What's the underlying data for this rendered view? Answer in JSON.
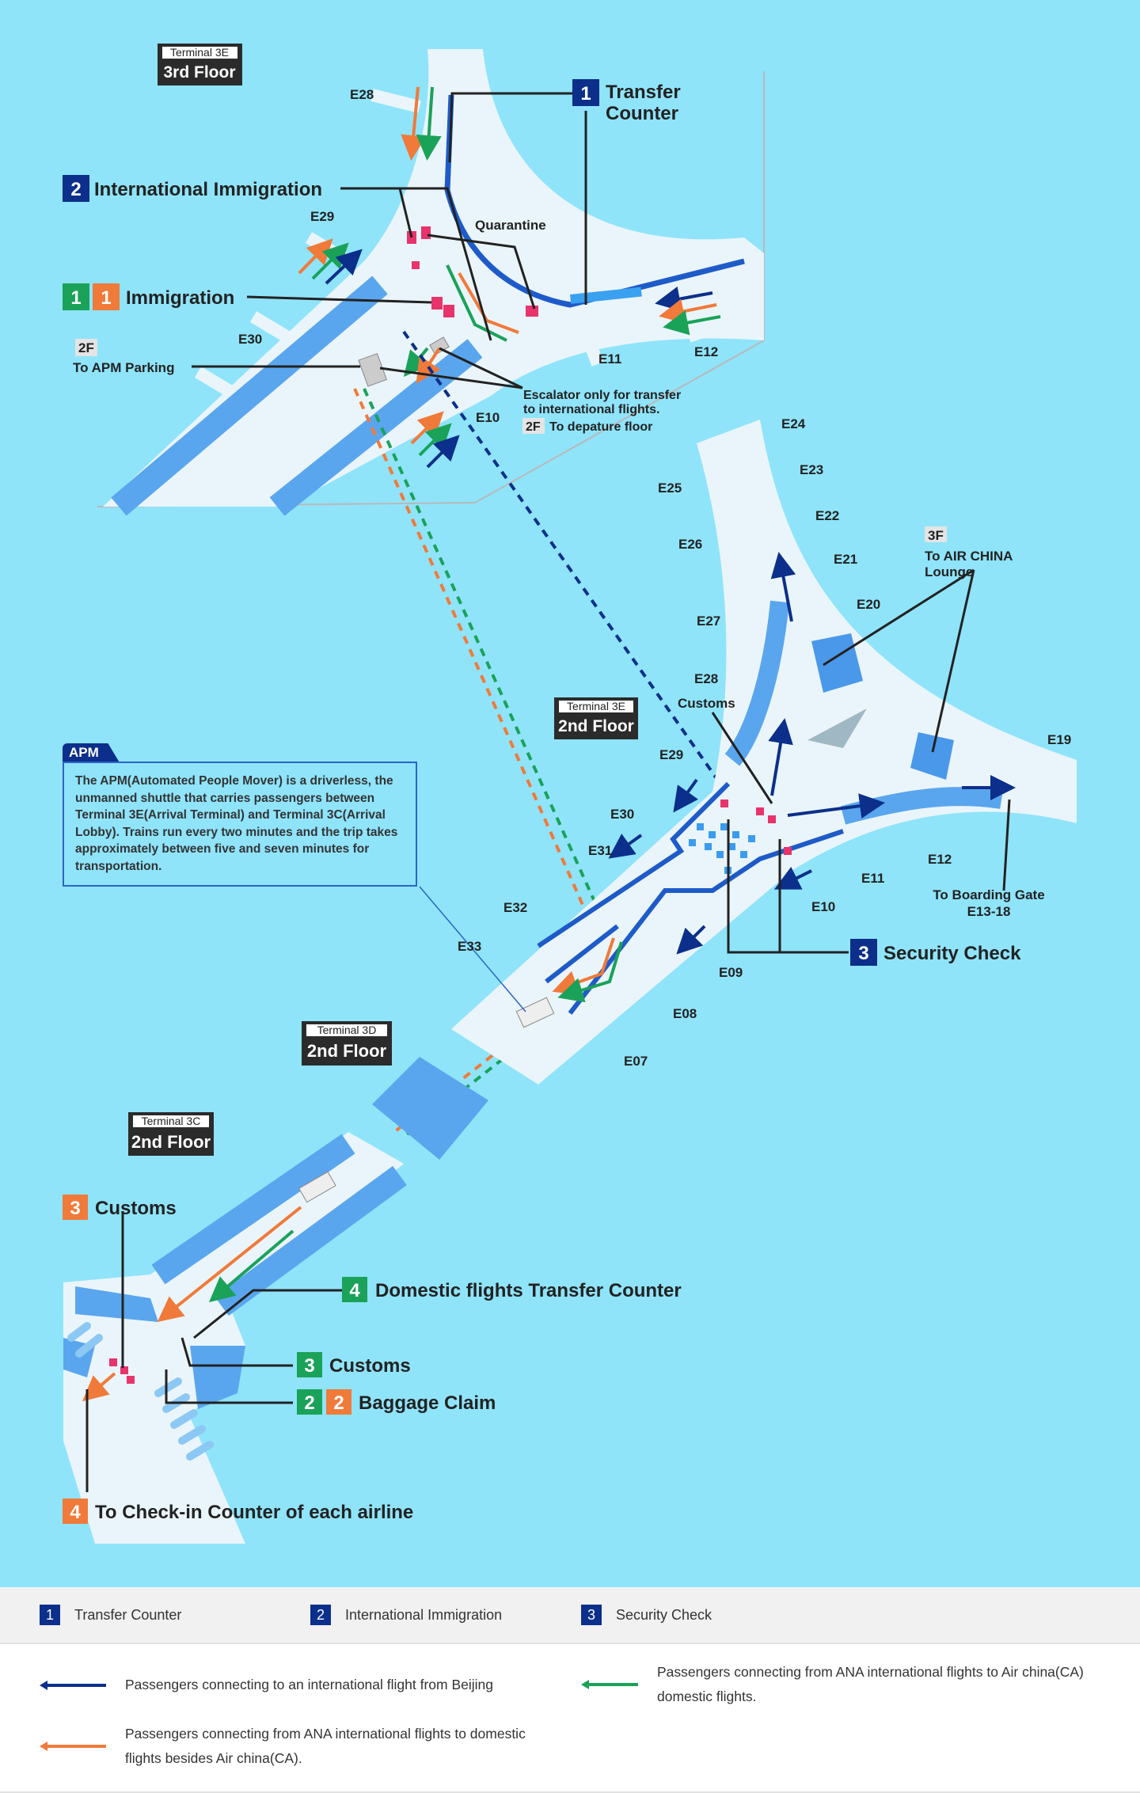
{
  "colors": {
    "background": "#8fe4fa",
    "terminal": "#eaf5fb",
    "walkway": "#5aa6ee",
    "navy": "#0b2f8a",
    "green": "#1aa259",
    "orange": "#f07a3a",
    "pink": "#e8336b"
  },
  "floors": {
    "t3e_3f": {
      "terminal": "Terminal 3E",
      "floor": "3rd Floor"
    },
    "t3e_2f": {
      "terminal": "Terminal 3E",
      "floor": "2nd Floor"
    },
    "t3d_2f": {
      "terminal": "Terminal 3D",
      "floor": "2nd Floor"
    },
    "t3c_2f": {
      "terminal": "Terminal 3C",
      "floor": "2nd Floor"
    }
  },
  "callouts_3f": {
    "transfer_num": "1",
    "transfer_line1": "Transfer",
    "transfer_line2": "Counter",
    "intl_num": "2",
    "intl_label": "International Immigration",
    "quarantine": "Quarantine",
    "imm_num_green": "1",
    "imm_num_orange": "1",
    "imm_label": "Immigration",
    "apm_floor": "2F",
    "apm_parking": "To APM Parking",
    "escalator_line1": "Escalator only for transfer",
    "escalator_line2": "to international flights.",
    "escalator_floor": "2F",
    "escalator_line3": "To depature floor"
  },
  "gates_3f": {
    "e28": "E28",
    "e29": "E29",
    "e30": "E30",
    "e11": "E11",
    "e12": "E12",
    "e10": "E10"
  },
  "callouts_2f": {
    "lounge_floor": "3F",
    "lounge_line1": "To AIR CHINA",
    "lounge_line2": "Lounge",
    "customs": "Customs",
    "boarding_line1": "To Boarding Gate",
    "boarding_line2": "E13-18",
    "security_num": "3",
    "security_label": "Security Check"
  },
  "gates_2f": {
    "e24": "E24",
    "e23": "E23",
    "e25": "E25",
    "e22": "E22",
    "e26": "E26",
    "e21": "E21",
    "e20": "E20",
    "e27": "E27",
    "e28": "E28",
    "e19": "E19",
    "e29": "E29",
    "e30": "E30",
    "e31": "E31",
    "e12": "E12",
    "e11": "E11",
    "e10": "E10",
    "e32": "E32",
    "e33": "E33",
    "e09": "E09",
    "e08": "E08",
    "e07": "E07"
  },
  "apm": {
    "tab": "APM",
    "text": "The APM(Automated People Mover) is a driverless, the unmanned shuttle that carries passengers between Terminal 3E(Arrival Terminal) and Terminal 3C(Arrival Lobby). Trains run every two minutes and the trip takes approximately between five and seven minutes for transportation."
  },
  "callouts_3c": {
    "customs_num": "3",
    "customs_label": "Customs",
    "domestic_num": "4",
    "domestic_label": "Domestic flights Transfer Counter",
    "customs_g_num": "3",
    "customs_g_label": "Customs",
    "baggage_num_green": "2",
    "baggage_num_orange": "2",
    "baggage_label": "Baggage Claim",
    "checkin_num": "4",
    "checkin_label": "To Check-in Counter of each airline"
  },
  "legend": {
    "items": [
      {
        "num": "1",
        "label": "Transfer Counter"
      },
      {
        "num": "2",
        "label": "International Immigration"
      },
      {
        "num": "3",
        "label": "Security Check"
      }
    ],
    "routes": {
      "blue": "Passengers connecting to an international flight from Beijing",
      "green_line1": "Passengers connecting from ANA international flights to Air china(CA)",
      "green_line2": "domestic flights.",
      "orange_line1": "Passengers connecting from ANA international flights to domestic",
      "orange_line2": "flights besides Air china(CA)."
    }
  }
}
